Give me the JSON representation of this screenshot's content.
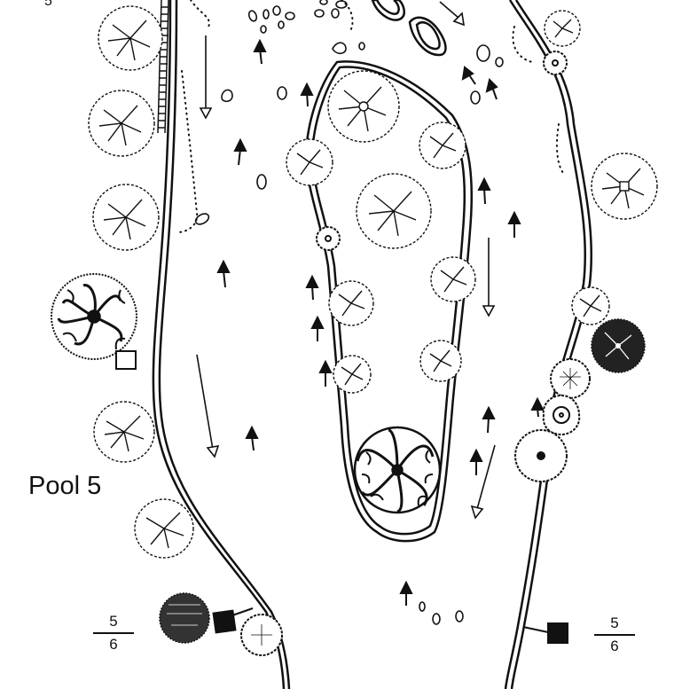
{
  "map": {
    "pool_label": "Pool 5",
    "section_left": {
      "numerator": "5",
      "denominator": "6"
    },
    "section_right": {
      "numerator": "5",
      "denominator": "6"
    },
    "colors": {
      "ink": "#111111",
      "paper": "#ffffff"
    }
  }
}
